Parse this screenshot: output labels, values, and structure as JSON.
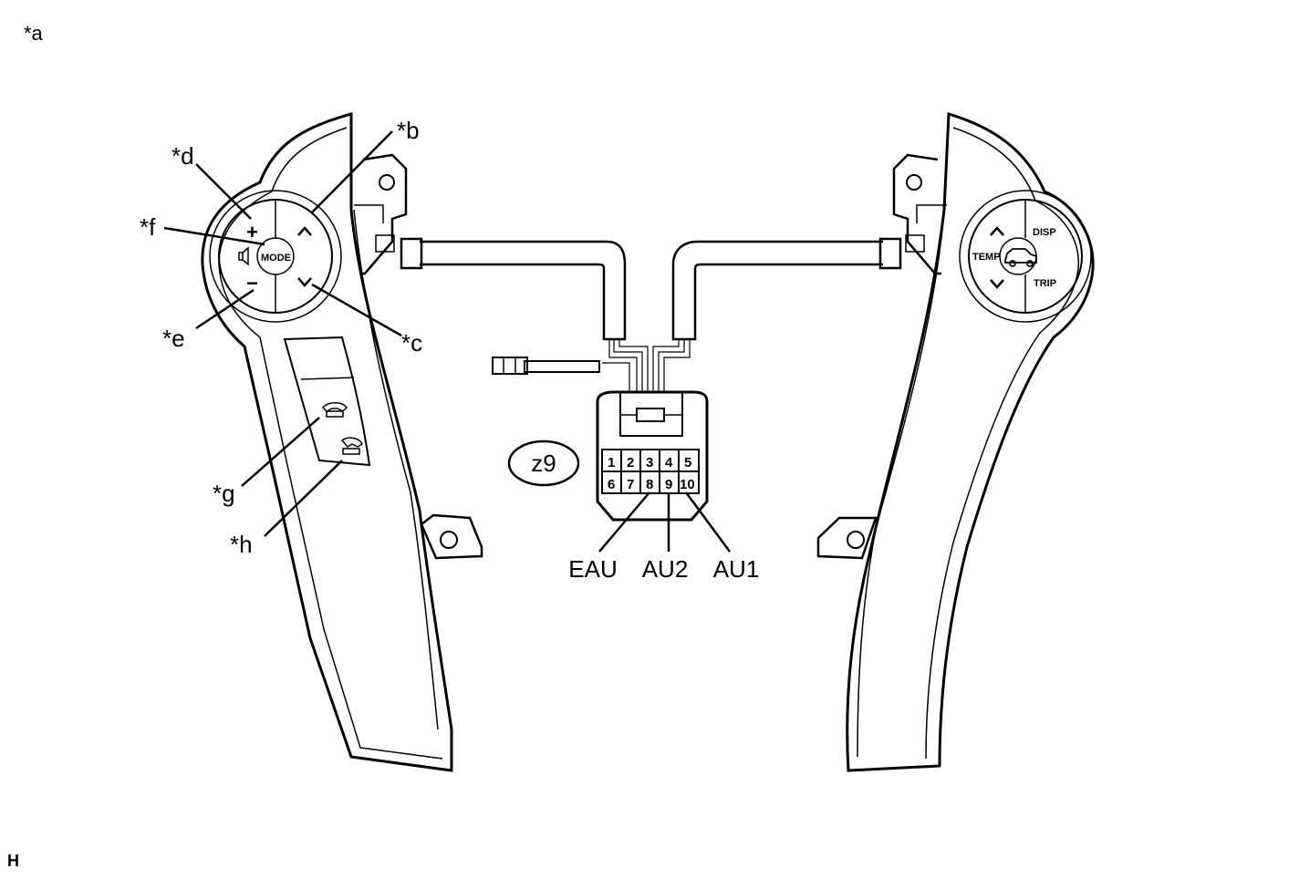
{
  "figure_label": "*a",
  "corner_mark": "H",
  "callouts": {
    "b": "*b",
    "c": "*c",
    "d": "*d",
    "e": "*e",
    "f": "*f",
    "g": "*g",
    "h": "*h"
  },
  "connector": {
    "id": "z9",
    "pins_top": [
      "1",
      "2",
      "3",
      "4",
      "5"
    ],
    "pins_bottom": [
      "6",
      "7",
      "8",
      "9",
      "10"
    ],
    "terminals": [
      "EAU",
      "AU2",
      "AU1"
    ]
  },
  "left_switch": {
    "mode_label": "MODE",
    "plus_symbol": "+",
    "minus_symbol": "−"
  },
  "right_switch": {
    "disp_label": "DISP",
    "temp_label": "TEMP",
    "trip_label": "TRIP"
  }
}
